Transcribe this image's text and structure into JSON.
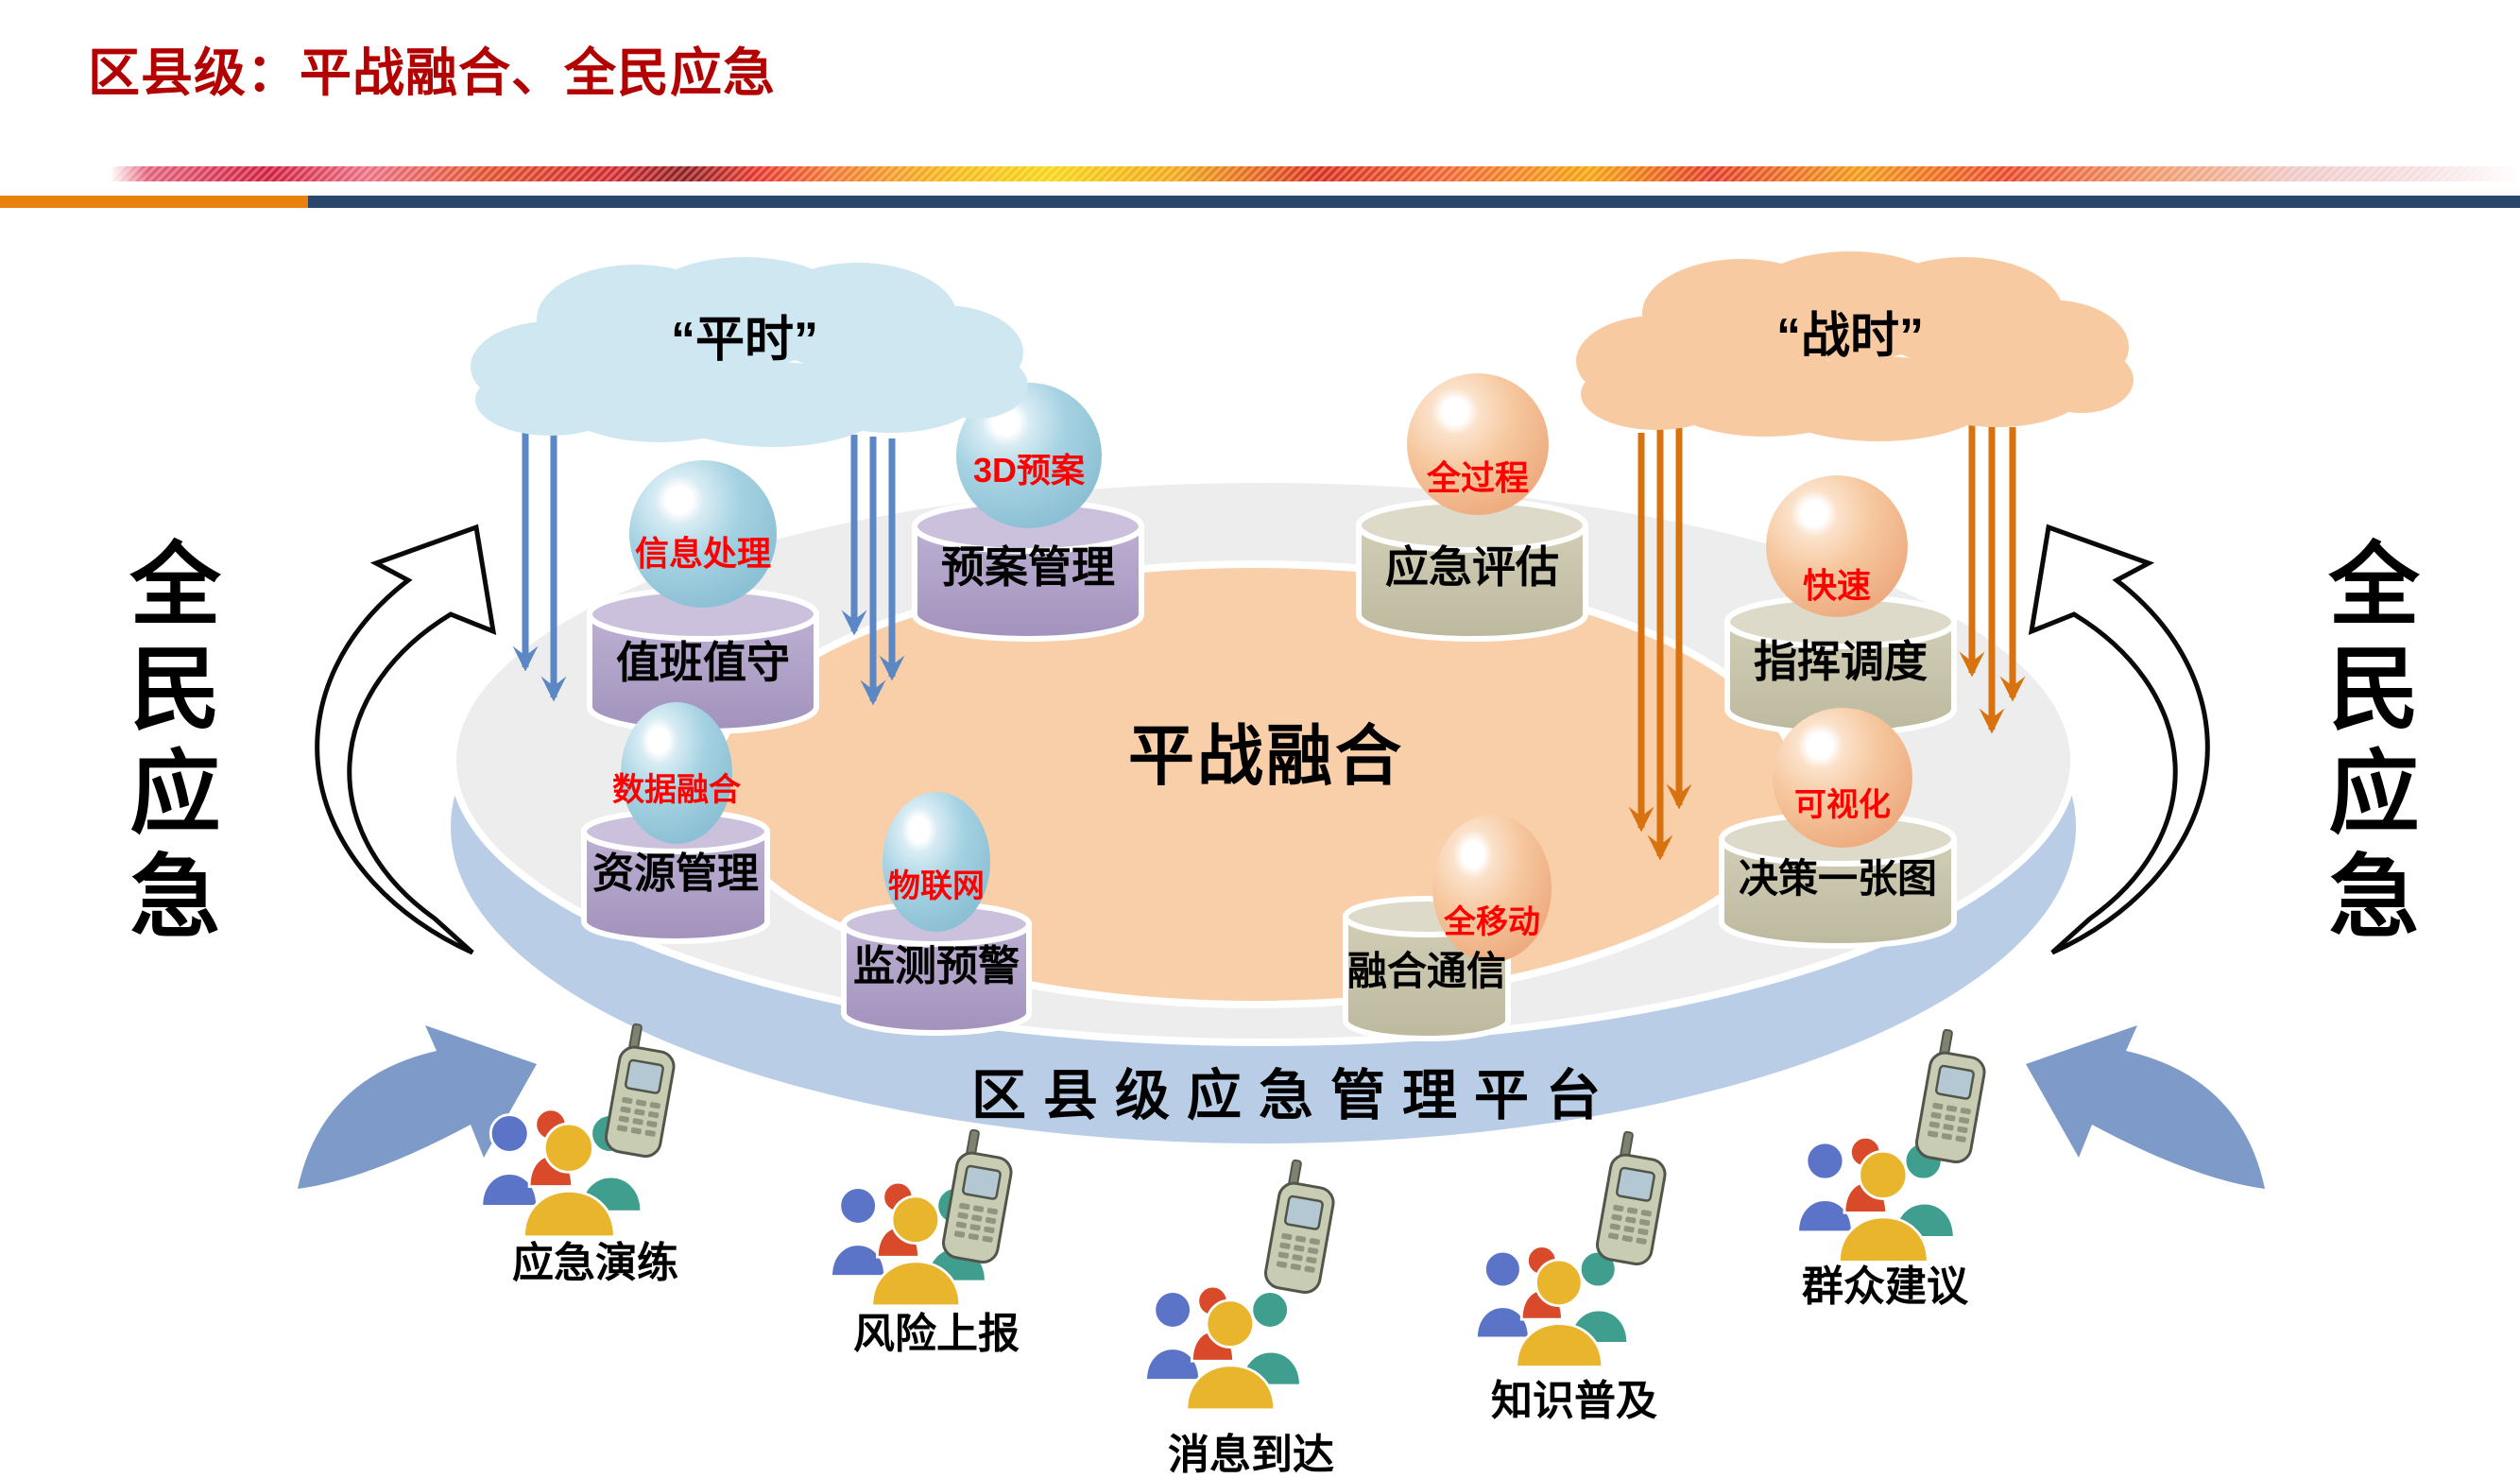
{
  "header": {
    "title": "区县级：平战融合、全民应急"
  },
  "clouds": {
    "left": "“平时”",
    "right": "“战时”"
  },
  "side_labels": {
    "left": "全民应急",
    "right": "全民应急"
  },
  "platform": {
    "center_label": "平战融合",
    "banner": "区县级应急管理平台"
  },
  "modules": [
    {
      "tag": "信息处理",
      "drum": "值班值守"
    },
    {
      "tag": "3D预案",
      "drum": "预案管理"
    },
    {
      "tag": "全过程",
      "drum": "应急评估"
    },
    {
      "tag": "快速",
      "drum": "指挥调度"
    },
    {
      "tag": "数据融合",
      "drum": "资源管理"
    },
    {
      "tag": "物联网",
      "drum": "监测预警"
    },
    {
      "tag": "全移动",
      "drum": "融合通信"
    },
    {
      "tag": "可视化",
      "drum": "决策一张图"
    }
  ],
  "citizen_actions": [
    {
      "label": "应急演练"
    },
    {
      "label": "风险上报"
    },
    {
      "label": "消息到达"
    },
    {
      "label": "知识普及"
    },
    {
      "label": "群众建议"
    }
  ],
  "colors": {
    "title_red": "#B30000",
    "accent_orange_bar": "#E8820C",
    "accent_navy_bar": "#29476B",
    "peace_cloud": "#CFE7F0",
    "war_cloud": "#F8CAA2",
    "peace_sphere": "#A5D2E2",
    "war_sphere": "#F6C79E",
    "drum_purple": "#B2A4C9",
    "drum_khaki": "#C9C5AB",
    "platform_gray": "#EDEDED",
    "platform_peach": "#F8CFA9",
    "platform_band_blue": "#B9CDE7",
    "arrow_blue": "#5B87C5",
    "arrow_orange": "#D8720F",
    "sphere_tag_red": "#FF0000"
  }
}
